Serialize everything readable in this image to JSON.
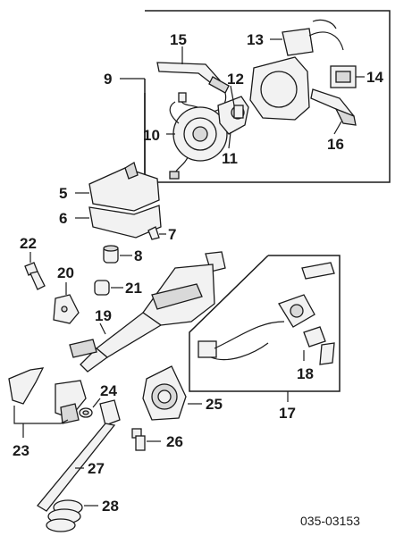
{
  "diagram": {
    "labels": {
      "p5": "5",
      "p6": "6",
      "p7": "7",
      "p8": "8",
      "p9": "9",
      "p10": "10",
      "p11": "11",
      "p12": "12",
      "p13": "13",
      "p14": "14",
      "p15": "15",
      "p16": "16",
      "p17": "17",
      "p18": "18",
      "p19": "19",
      "p20": "20",
      "p21": "21",
      "p22": "22",
      "p23": "23",
      "p24": "24",
      "p25": "25",
      "p26": "26",
      "p27": "27",
      "p28": "28"
    },
    "reference_code": "035-03153"
  }
}
